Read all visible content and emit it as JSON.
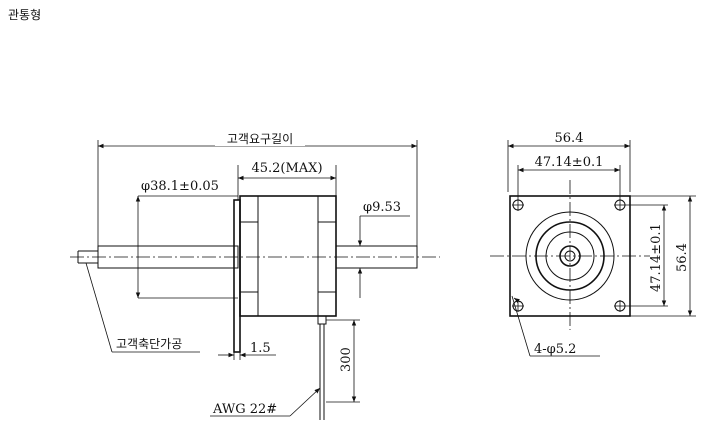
{
  "page_title": "관통형",
  "side_view": {
    "total_length_label": "고객요구길이",
    "body_length_label": "45.2(MAX)",
    "nut_diameter_label": "φ38.1±0.05",
    "shaft_diameter_label": "φ9.53",
    "flange_thickness_label": "1.5",
    "lead_length_label": "300",
    "wire_label": "AWG 22#",
    "shaft_end_label": "고객축단가공"
  },
  "front_view": {
    "width_label": "56.4",
    "hole_spacing_h_label": "47.14±0.1",
    "height_label": "56.4",
    "hole_spacing_v_label": "47.14±0.1",
    "hole_label": "4-φ5.2"
  }
}
